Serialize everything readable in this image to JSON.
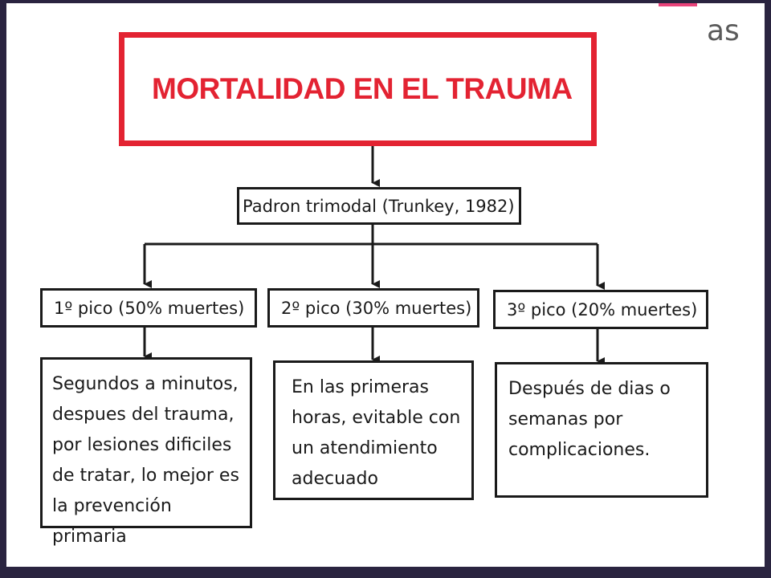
{
  "diagram": {
    "title": "MORTALIDAD EN EL TRAUMA",
    "trimodal": "Padron trimodal (Trunkey, 1982)",
    "peaks": [
      {
        "label": "1º pico (50% muertes)",
        "description": "Segundos a minutos, despues del trauma, por lesiones dificiles de tratar, lo mejor es la prevención primaria"
      },
      {
        "label": "2º pico (30% muertes)",
        "description": "En las primeras horas, evitable con un atendimiento adecuado"
      },
      {
        "label": "3º pico (20% muertes)",
        "description": "Después de dias o semanas por complicaciones."
      }
    ]
  },
  "corner_text": "as",
  "colors": {
    "title_red": "#e32332",
    "border": "#1a1a1a",
    "background_frame": "#2a2440"
  }
}
